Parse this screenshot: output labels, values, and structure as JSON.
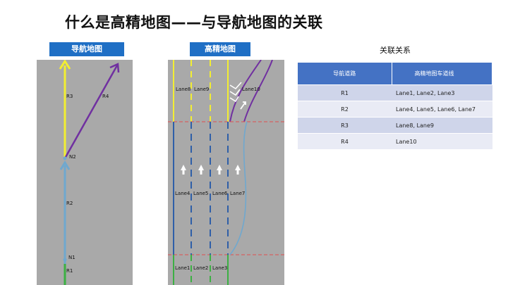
{
  "title": "什么是高精地图——与导航地图的关联",
  "nav_map": {
    "label": "导航地图",
    "roads": [
      "R1",
      "R2",
      "R3",
      "R4"
    ],
    "nodes": [
      "N1",
      "N2"
    ]
  },
  "hd_map": {
    "label": "高精地图",
    "lanes_top": [
      "Lane8",
      "Lane9",
      "Lane10"
    ],
    "lanes_mid": [
      "Lane4",
      "Lane5",
      "Lane6",
      "Lane7"
    ],
    "lanes_bottom": [
      "Lane1",
      "Lane2",
      "Lane3"
    ]
  },
  "association": {
    "title": "关联关系",
    "headers": [
      "导航道路",
      "高精地图车道线"
    ],
    "rows": [
      [
        "R1",
        "Lane1, Lane2, Lane3"
      ],
      [
        "R2",
        "Lane4, Lane5, Lane6, Lane7"
      ],
      [
        "R3",
        "Lane8, Lane9"
      ],
      [
        "R4",
        "Lane10"
      ]
    ]
  },
  "colors": {
    "road_bg": "#a9a9a9",
    "label_bg": "#1f6fc5",
    "road_blue": "#6fa8cf",
    "road_yellow": "#f2ee32",
    "road_purple": "#7030a0",
    "road_green": "#3cb043",
    "lane_blue": "#2f5fa8",
    "divider_red": "#e05050",
    "table_header": "#4472c4",
    "table_odd": "#cfd5ea",
    "table_even": "#e9ebf5"
  }
}
